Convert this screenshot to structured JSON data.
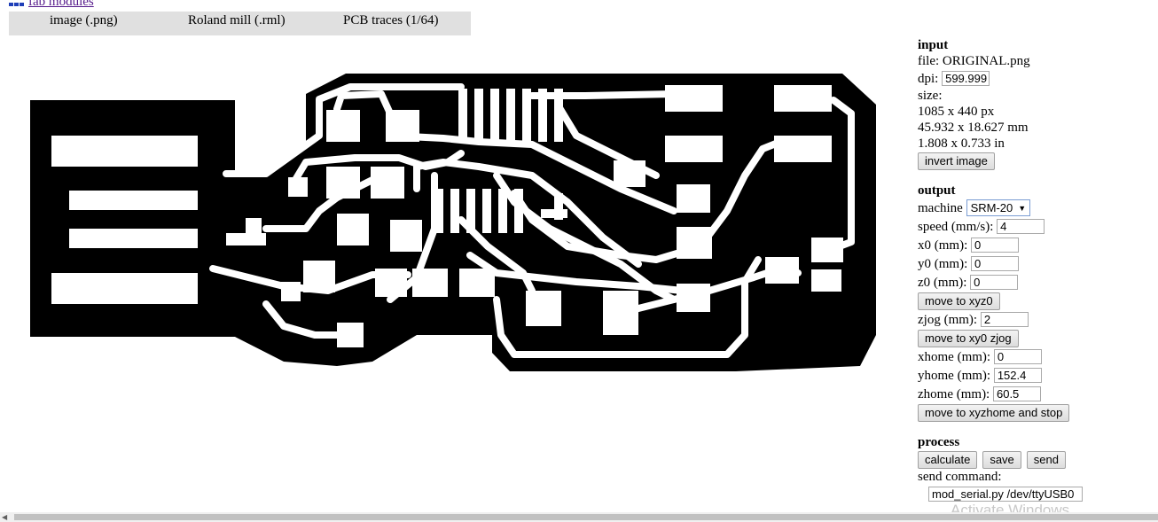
{
  "nav": {
    "link": "fab modules"
  },
  "modules": {
    "image": "image (.png)",
    "mill": "Roland mill (.rml)",
    "process": "PCB traces (1/64)"
  },
  "input": {
    "heading": "input",
    "file_label": "file:",
    "file_name": "ORIGINAL.png",
    "dpi_label": "dpi:",
    "dpi_value": "599.999",
    "size_label": "size:",
    "size_px": "1085 x 440 px",
    "size_mm": "45.932 x 18.627 mm",
    "size_in": "1.808 x 0.733 in",
    "invert_button": "invert image"
  },
  "output": {
    "heading": "output",
    "machine_label": "machine",
    "machine_value": "SRM-20",
    "speed_label": "speed (mm/s):",
    "speed_value": "4",
    "x0_label": "x0 (mm):",
    "x0_value": "0",
    "y0_label": "y0 (mm):",
    "y0_value": "0",
    "z0_label": "z0 (mm):",
    "z0_value": "0",
    "move_xyz0_button": "move to xyz0",
    "zjog_label": "zjog (mm):",
    "zjog_value": "2",
    "move_xy0_button": "move to xy0 zjog",
    "xhome_label": "xhome (mm):",
    "xhome_value": "0",
    "yhome_label": "yhome (mm):",
    "yhome_value": "152.4",
    "zhome_label": "zhome (mm):",
    "zhome_value": "60.5",
    "move_home_button": "move to xyzhome and stop"
  },
  "process": {
    "heading": "process",
    "calculate_button": "calculate",
    "save_button": "save",
    "send_button": "send",
    "send_command_label": "send command:",
    "send_command_value": "mod_serial.py /dev/ttyUSB0"
  },
  "watermark": "Activate Windows",
  "colors": {
    "background": "#ffffff",
    "pcb_copper": "#000000",
    "module_bar": "#e0e0e0",
    "link": "#551a8b"
  }
}
